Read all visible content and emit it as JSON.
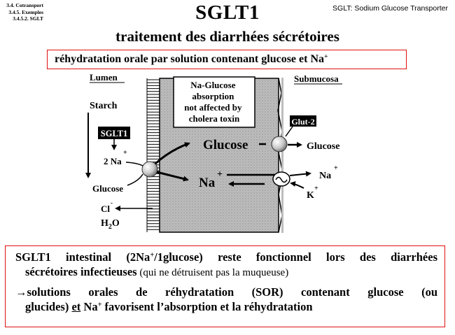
{
  "breadcrumb": [
    "3.4. Cotransport",
    "3.4.5. Exemples",
    "3.4.5.2. SGLT"
  ],
  "title": "SGLT1",
  "abbreviation": "SGLT: Sodium Glucose Transporter",
  "subtitle": "traitement des diarrhées sécrétoires",
  "highlight": {
    "text": "réhydratation orale par solution contenant glucose et Na",
    "sup": "+"
  },
  "diagram": {
    "lumen": "Lumen",
    "submucosa": "Submucosa",
    "starch": "Starch",
    "sglt1": "SGLT1",
    "glut2": "Glut-2",
    "na_glucose_note": [
      "Na-Glucose",
      "absorption",
      "not affected by",
      "cholera toxin"
    ],
    "two_na": "2 Na",
    "glucose_left": "Glucose",
    "glucose_center": "Glucose",
    "glucose_right": "Glucose",
    "na_center": "Na",
    "na_right": "Na",
    "k_right": "K",
    "cl": "Cl",
    "h2o": "H",
    "h2o_sub": "2",
    "h2o_o": "O",
    "plus": "+",
    "minus": "-"
  },
  "conclusion": {
    "line1": "SGLT1 intestinal (2Na",
    "line1_sup": "+",
    "line1_rest": "/1glucose) reste fonctionnel lors des diarrhées",
    "line2": "sécrétoires infectieuses",
    "line2_note": " (qui ne détruisent pas la muqueuse)",
    "arrow": "→",
    "line3": "solutions orales de réhydratation (SOR) contenant glucose (ou",
    "line4a": "glucides) ",
    "line4_et": "et",
    "line4b": " Na",
    "line4_sup": "+",
    "line4c": " favorisent l’absorption et la réhydratation"
  }
}
